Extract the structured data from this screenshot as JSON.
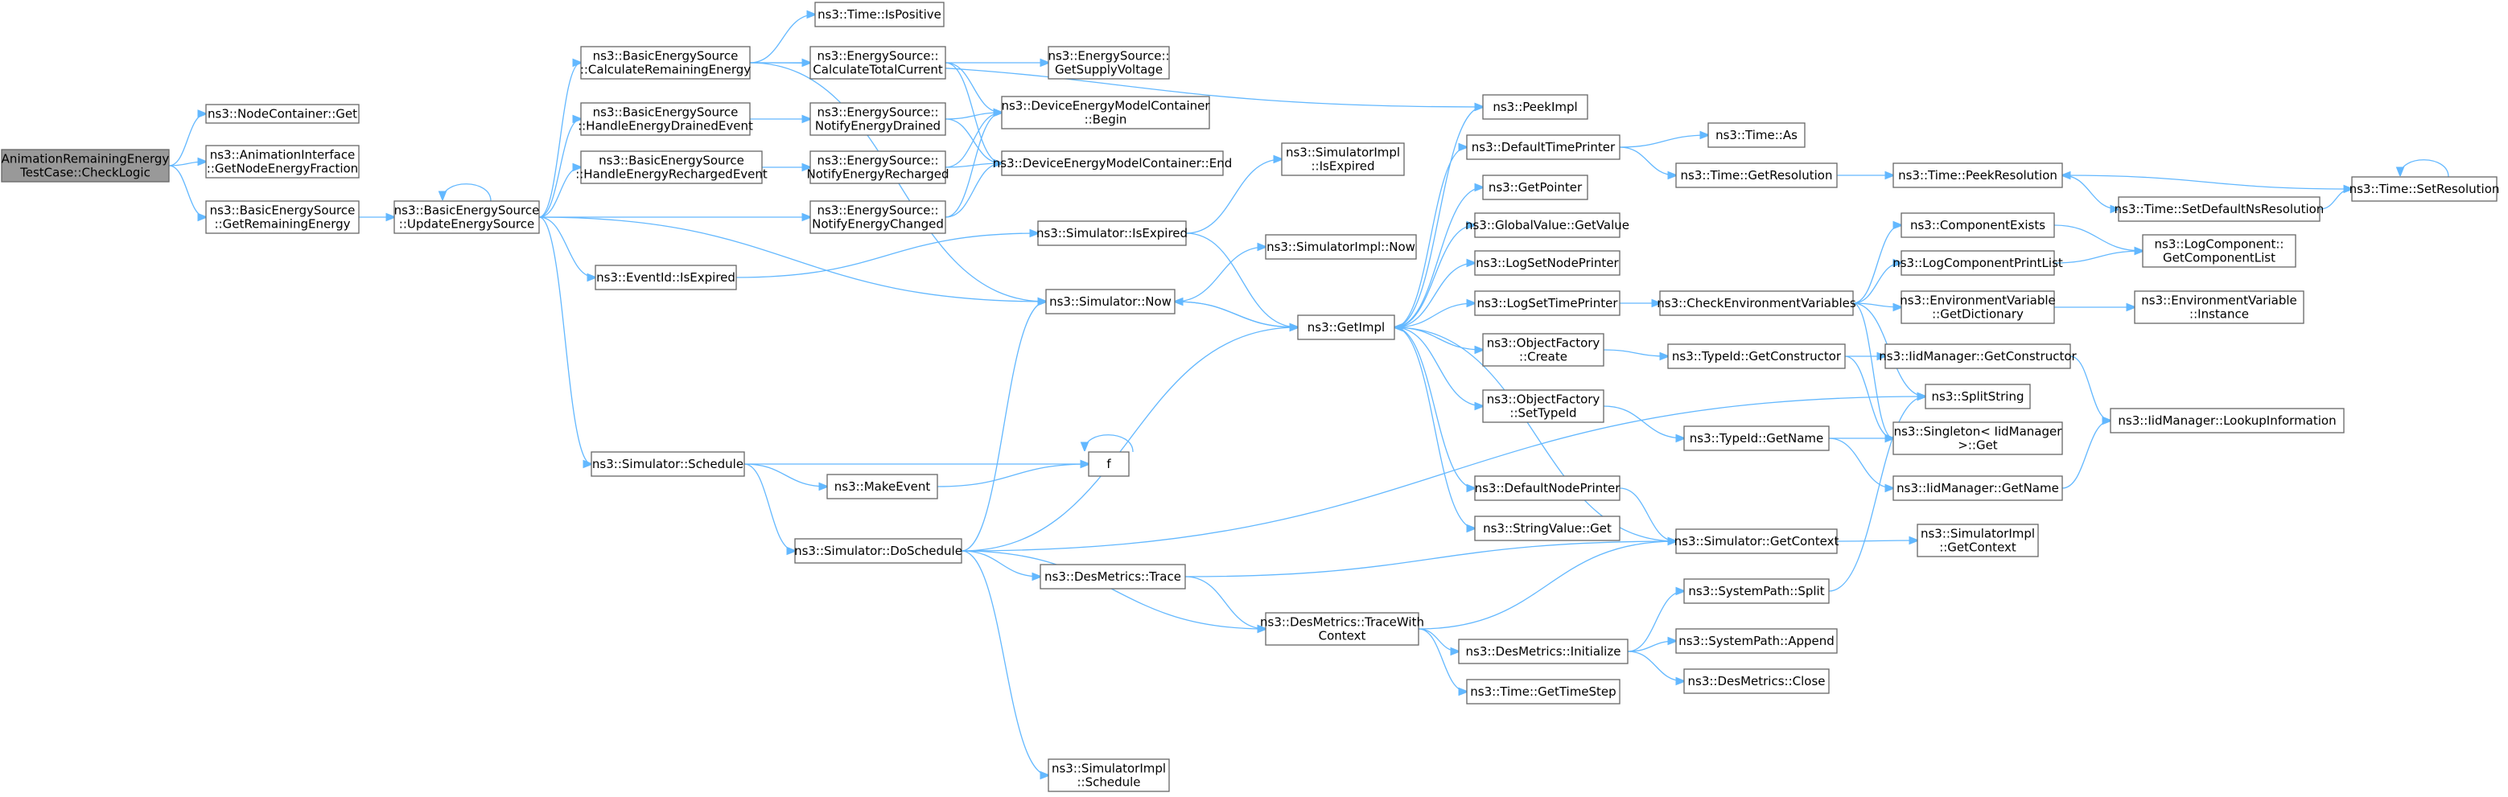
{
  "diagram": {
    "title": "",
    "nodes": [
      {
        "id": "root",
        "lines": [
          "AnimationRemainingEnergy",
          "TestCase::CheckLogic"
        ],
        "root": true
      },
      {
        "id": "nc_get",
        "lines": [
          "ns3::NodeContainer::Get"
        ]
      },
      {
        "id": "ai_frac",
        "lines": [
          "ns3::AnimationInterface",
          "::GetNodeEnergyFraction"
        ]
      },
      {
        "id": "bes_getrem",
        "lines": [
          "ns3::BasicEnergySource",
          "::GetRemainingEnergy"
        ]
      },
      {
        "id": "bes_update",
        "lines": [
          "ns3::BasicEnergySource",
          "::UpdateEnergySource"
        ]
      },
      {
        "id": "bes_calc",
        "lines": [
          "ns3::BasicEnergySource",
          "::CalculateRemainingEnergy"
        ]
      },
      {
        "id": "bes_drained",
        "lines": [
          "ns3::BasicEnergySource",
          "::HandleEnergyDrainedEvent"
        ]
      },
      {
        "id": "bes_recharged",
        "lines": [
          "ns3::BasicEnergySource",
          "::HandleEnergyRechargedEvent"
        ]
      },
      {
        "id": "es_changed",
        "lines": [
          "ns3::EnergySource::",
          "NotifyEnergyChanged"
        ]
      },
      {
        "id": "evt_expired",
        "lines": [
          "ns3::EventId::IsExpired"
        ]
      },
      {
        "id": "sim_schedule",
        "lines": [
          "ns3::Simulator::Schedule"
        ]
      },
      {
        "id": "time_pos",
        "lines": [
          "ns3::Time::IsPositive"
        ]
      },
      {
        "id": "es_calctotal",
        "lines": [
          "ns3::EnergySource::",
          "CalculateTotalCurrent"
        ]
      },
      {
        "id": "es_notdrained",
        "lines": [
          "ns3::EnergySource::",
          "NotifyEnergyDrained"
        ]
      },
      {
        "id": "es_notrecharged",
        "lines": [
          "ns3::EnergySource::",
          "NotifyEnergyRecharged"
        ]
      },
      {
        "id": "es_supply",
        "lines": [
          "ns3::EnergySource::",
          "GetSupplyVoltage"
        ]
      },
      {
        "id": "demc_begin",
        "lines": [
          "ns3::DeviceEnergyModelContainer",
          "::Begin"
        ]
      },
      {
        "id": "demc_end",
        "lines": [
          "ns3::DeviceEnergyModelContainer::End"
        ]
      },
      {
        "id": "sim_isexpired",
        "lines": [
          "ns3::Simulator::IsExpired"
        ]
      },
      {
        "id": "simimpl_isexpired",
        "lines": [
          "ns3::SimulatorImpl",
          "::IsExpired"
        ]
      },
      {
        "id": "simimpl_now",
        "lines": [
          "ns3::SimulatorImpl::Now"
        ]
      },
      {
        "id": "sim_now",
        "lines": [
          "ns3::Simulator::Now"
        ]
      },
      {
        "id": "getimpl",
        "lines": [
          "ns3::GetImpl"
        ]
      },
      {
        "id": "makeevent",
        "lines": [
          "ns3::MakeEvent"
        ]
      },
      {
        "id": "f",
        "lines": [
          "f"
        ]
      },
      {
        "id": "sim_dosched",
        "lines": [
          "ns3::Simulator::DoSchedule"
        ]
      },
      {
        "id": "dm_trace",
        "lines": [
          "ns3::DesMetrics::Trace"
        ]
      },
      {
        "id": "dm_tracectx",
        "lines": [
          "ns3::DesMetrics::TraceWith",
          "Context"
        ]
      },
      {
        "id": "simimpl_sched",
        "lines": [
          "ns3::SimulatorImpl",
          "::Schedule"
        ]
      },
      {
        "id": "peekimpl",
        "lines": [
          "ns3::PeekImpl"
        ]
      },
      {
        "id": "deftimeprinter",
        "lines": [
          "ns3::DefaultTimePrinter"
        ]
      },
      {
        "id": "getpointer",
        "lines": [
          "ns3::GetPointer"
        ]
      },
      {
        "id": "gv_getvalue",
        "lines": [
          "ns3::GlobalValue::GetValue"
        ]
      },
      {
        "id": "logsetnode",
        "lines": [
          "ns3::LogSetNodePrinter"
        ]
      },
      {
        "id": "logsettime",
        "lines": [
          "ns3::LogSetTimePrinter"
        ]
      },
      {
        "id": "of_create",
        "lines": [
          "ns3::ObjectFactory",
          "::Create"
        ]
      },
      {
        "id": "of_settypeid",
        "lines": [
          "ns3::ObjectFactory",
          "::SetTypeId"
        ]
      },
      {
        "id": "defnodeprinter",
        "lines": [
          "ns3::DefaultNodePrinter"
        ]
      },
      {
        "id": "sv_get",
        "lines": [
          "ns3::StringValue::Get"
        ]
      },
      {
        "id": "dm_init",
        "lines": [
          "ns3::DesMetrics::Initialize"
        ]
      },
      {
        "id": "time_gettimestep",
        "lines": [
          "ns3::Time::GetTimeStep"
        ]
      },
      {
        "id": "time_as",
        "lines": [
          "ns3::Time::As"
        ]
      },
      {
        "id": "time_getres",
        "lines": [
          "ns3::Time::GetResolution"
        ]
      },
      {
        "id": "checkenv",
        "lines": [
          "ns3::CheckEnvironmentVariables"
        ]
      },
      {
        "id": "tid_getctor",
        "lines": [
          "ns3::TypeId::GetConstructor"
        ]
      },
      {
        "id": "tid_getname",
        "lines": [
          "ns3::TypeId::GetName"
        ]
      },
      {
        "id": "sim_getctx",
        "lines": [
          "ns3::Simulator::GetContext"
        ]
      },
      {
        "id": "sp_split",
        "lines": [
          "ns3::SystemPath::Split"
        ]
      },
      {
        "id": "sp_append",
        "lines": [
          "ns3::SystemPath::Append"
        ]
      },
      {
        "id": "dm_close",
        "lines": [
          "ns3::DesMetrics::Close"
        ]
      },
      {
        "id": "time_peekres",
        "lines": [
          "ns3::Time::PeekResolution"
        ]
      },
      {
        "id": "time_setdefns",
        "lines": [
          "ns3::Time::SetDefaultNsResolution"
        ]
      },
      {
        "id": "time_setres",
        "lines": [
          "ns3::Time::SetResolution"
        ]
      },
      {
        "id": "compexists",
        "lines": [
          "ns3::ComponentExists"
        ]
      },
      {
        "id": "logcompprint",
        "lines": [
          "ns3::LogComponentPrintList"
        ]
      },
      {
        "id": "ev_getdict",
        "lines": [
          "ns3::EnvironmentVariable",
          "::GetDictionary"
        ]
      },
      {
        "id": "iid_getctor",
        "lines": [
          "ns3::IidManager::GetConstructor"
        ]
      },
      {
        "id": "splitstring",
        "lines": [
          "ns3::SplitString"
        ]
      },
      {
        "id": "singleton_get",
        "lines": [
          "ns3::Singleton< IidManager",
          ">::Get"
        ]
      },
      {
        "id": "iid_getname",
        "lines": [
          "ns3::IidManager::GetName"
        ]
      },
      {
        "id": "simimpl_getctx",
        "lines": [
          "ns3::SimulatorImpl",
          "::GetContext"
        ]
      },
      {
        "id": "lc_getlist",
        "lines": [
          "ns3::LogComponent::",
          "GetComponentList"
        ]
      },
      {
        "id": "ev_instance",
        "lines": [
          "ns3::EnvironmentVariable",
          "::Instance"
        ]
      },
      {
        "id": "iid_lookup",
        "lines": [
          "ns3::IidManager::LookupInformation"
        ]
      }
    ],
    "edges": [
      [
        "root",
        "nc_get"
      ],
      [
        "root",
        "ai_frac"
      ],
      [
        "root",
        "bes_getrem"
      ],
      [
        "bes_getrem",
        "bes_update"
      ],
      [
        "bes_update",
        "bes_update"
      ],
      [
        "bes_update",
        "bes_calc"
      ],
      [
        "bes_update",
        "bes_drained"
      ],
      [
        "bes_update",
        "bes_recharged"
      ],
      [
        "bes_update",
        "es_changed"
      ],
      [
        "bes_update",
        "evt_expired"
      ],
      [
        "bes_update",
        "sim_now"
      ],
      [
        "bes_update",
        "sim_schedule"
      ],
      [
        "bes_calc",
        "time_pos"
      ],
      [
        "bes_calc",
        "es_calctotal"
      ],
      [
        "bes_calc",
        "sim_now"
      ],
      [
        "bes_drained",
        "es_notdrained"
      ],
      [
        "bes_recharged",
        "es_notrecharged"
      ],
      [
        "es_changed",
        "demc_begin"
      ],
      [
        "es_changed",
        "demc_end"
      ],
      [
        "es_calctotal",
        "es_supply"
      ],
      [
        "es_calctotal",
        "demc_begin"
      ],
      [
        "es_calctotal",
        "demc_end"
      ],
      [
        "es_notdrained",
        "demc_begin"
      ],
      [
        "es_notdrained",
        "demc_end"
      ],
      [
        "es_notrecharged",
        "demc_begin"
      ],
      [
        "es_notrecharged",
        "demc_end"
      ],
      [
        "evt_expired",
        "sim_isexpired"
      ],
      [
        "sim_isexpired",
        "simimpl_isexpired"
      ],
      [
        "sim_isexpired",
        "getimpl"
      ],
      [
        "sim_now",
        "simimpl_now"
      ],
      [
        "sim_now",
        "getimpl"
      ],
      [
        "sim_schedule",
        "f"
      ],
      [
        "sim_schedule",
        "makeevent"
      ],
      [
        "sim_schedule",
        "sim_dosched"
      ],
      [
        "makeevent",
        "f"
      ],
      [
        "f",
        "f"
      ],
      [
        "sim_dosched",
        "sim_now"
      ],
      [
        "sim_dosched",
        "getimpl"
      ],
      [
        "sim_dosched",
        "dm_trace"
      ],
      [
        "sim_dosched",
        "dm_tracectx"
      ],
      [
        "sim_dosched",
        "simimpl_sched"
      ],
      [
        "sim_dosched",
        "splitstring"
      ],
      [
        "dm_trace",
        "sim_getctx"
      ],
      [
        "dm_trace",
        "dm_tracectx"
      ],
      [
        "dm_tracectx",
        "sim_getctx"
      ],
      [
        "dm_tracectx",
        "dm_init"
      ],
      [
        "dm_tracectx",
        "time_gettimestep"
      ],
      [
        "getimpl",
        "peekimpl"
      ],
      [
        "getimpl",
        "deftimeprinter"
      ],
      [
        "getimpl",
        "getpointer"
      ],
      [
        "getimpl",
        "gv_getvalue"
      ],
      [
        "getimpl",
        "logsetnode"
      ],
      [
        "getimpl",
        "logsettime"
      ],
      [
        "getimpl",
        "of_create"
      ],
      [
        "getimpl",
        "of_settypeid"
      ],
      [
        "getimpl",
        "defnodeprinter"
      ],
      [
        "getimpl",
        "sv_get"
      ],
      [
        "getimpl",
        "sim_now"
      ],
      [
        "bes_calc",
        "peekimpl"
      ],
      [
        "sim_getctx",
        "getimpl"
      ],
      [
        "sim_getctx",
        "simimpl_getctx"
      ],
      [
        "deftimeprinter",
        "time_as"
      ],
      [
        "deftimeprinter",
        "time_getres"
      ],
      [
        "time_getres",
        "time_peekres"
      ],
      [
        "logsettime",
        "checkenv"
      ],
      [
        "checkenv",
        "compexists"
      ],
      [
        "checkenv",
        "logcompprint"
      ],
      [
        "checkenv",
        "ev_getdict"
      ],
      [
        "checkenv",
        "splitstring"
      ],
      [
        "checkenv",
        "singleton_get"
      ],
      [
        "compexists",
        "lc_getlist"
      ],
      [
        "logcompprint",
        "lc_getlist"
      ],
      [
        "ev_getdict",
        "ev_instance"
      ],
      [
        "of_create",
        "tid_getctor"
      ],
      [
        "tid_getctor",
        "iid_getctor"
      ],
      [
        "tid_getctor",
        "singleton_get"
      ],
      [
        "of_settypeid",
        "tid_getname"
      ],
      [
        "tid_getname",
        "singleton_get"
      ],
      [
        "tid_getname",
        "iid_getname"
      ],
      [
        "iid_getctor",
        "iid_lookup"
      ],
      [
        "iid_getname",
        "iid_lookup"
      ],
      [
        "defnodeprinter",
        "sim_getctx"
      ],
      [
        "dm_init",
        "sp_split"
      ],
      [
        "dm_init",
        "sp_append"
      ],
      [
        "dm_init",
        "dm_close"
      ],
      [
        "sp_split",
        "splitstring"
      ],
      [
        "time_peekres",
        "time_setdefns"
      ],
      [
        "time_setdefns",
        "time_setres"
      ],
      [
        "time_setres",
        "time_setres"
      ],
      [
        "time_setres",
        "time_peekres"
      ]
    ]
  }
}
